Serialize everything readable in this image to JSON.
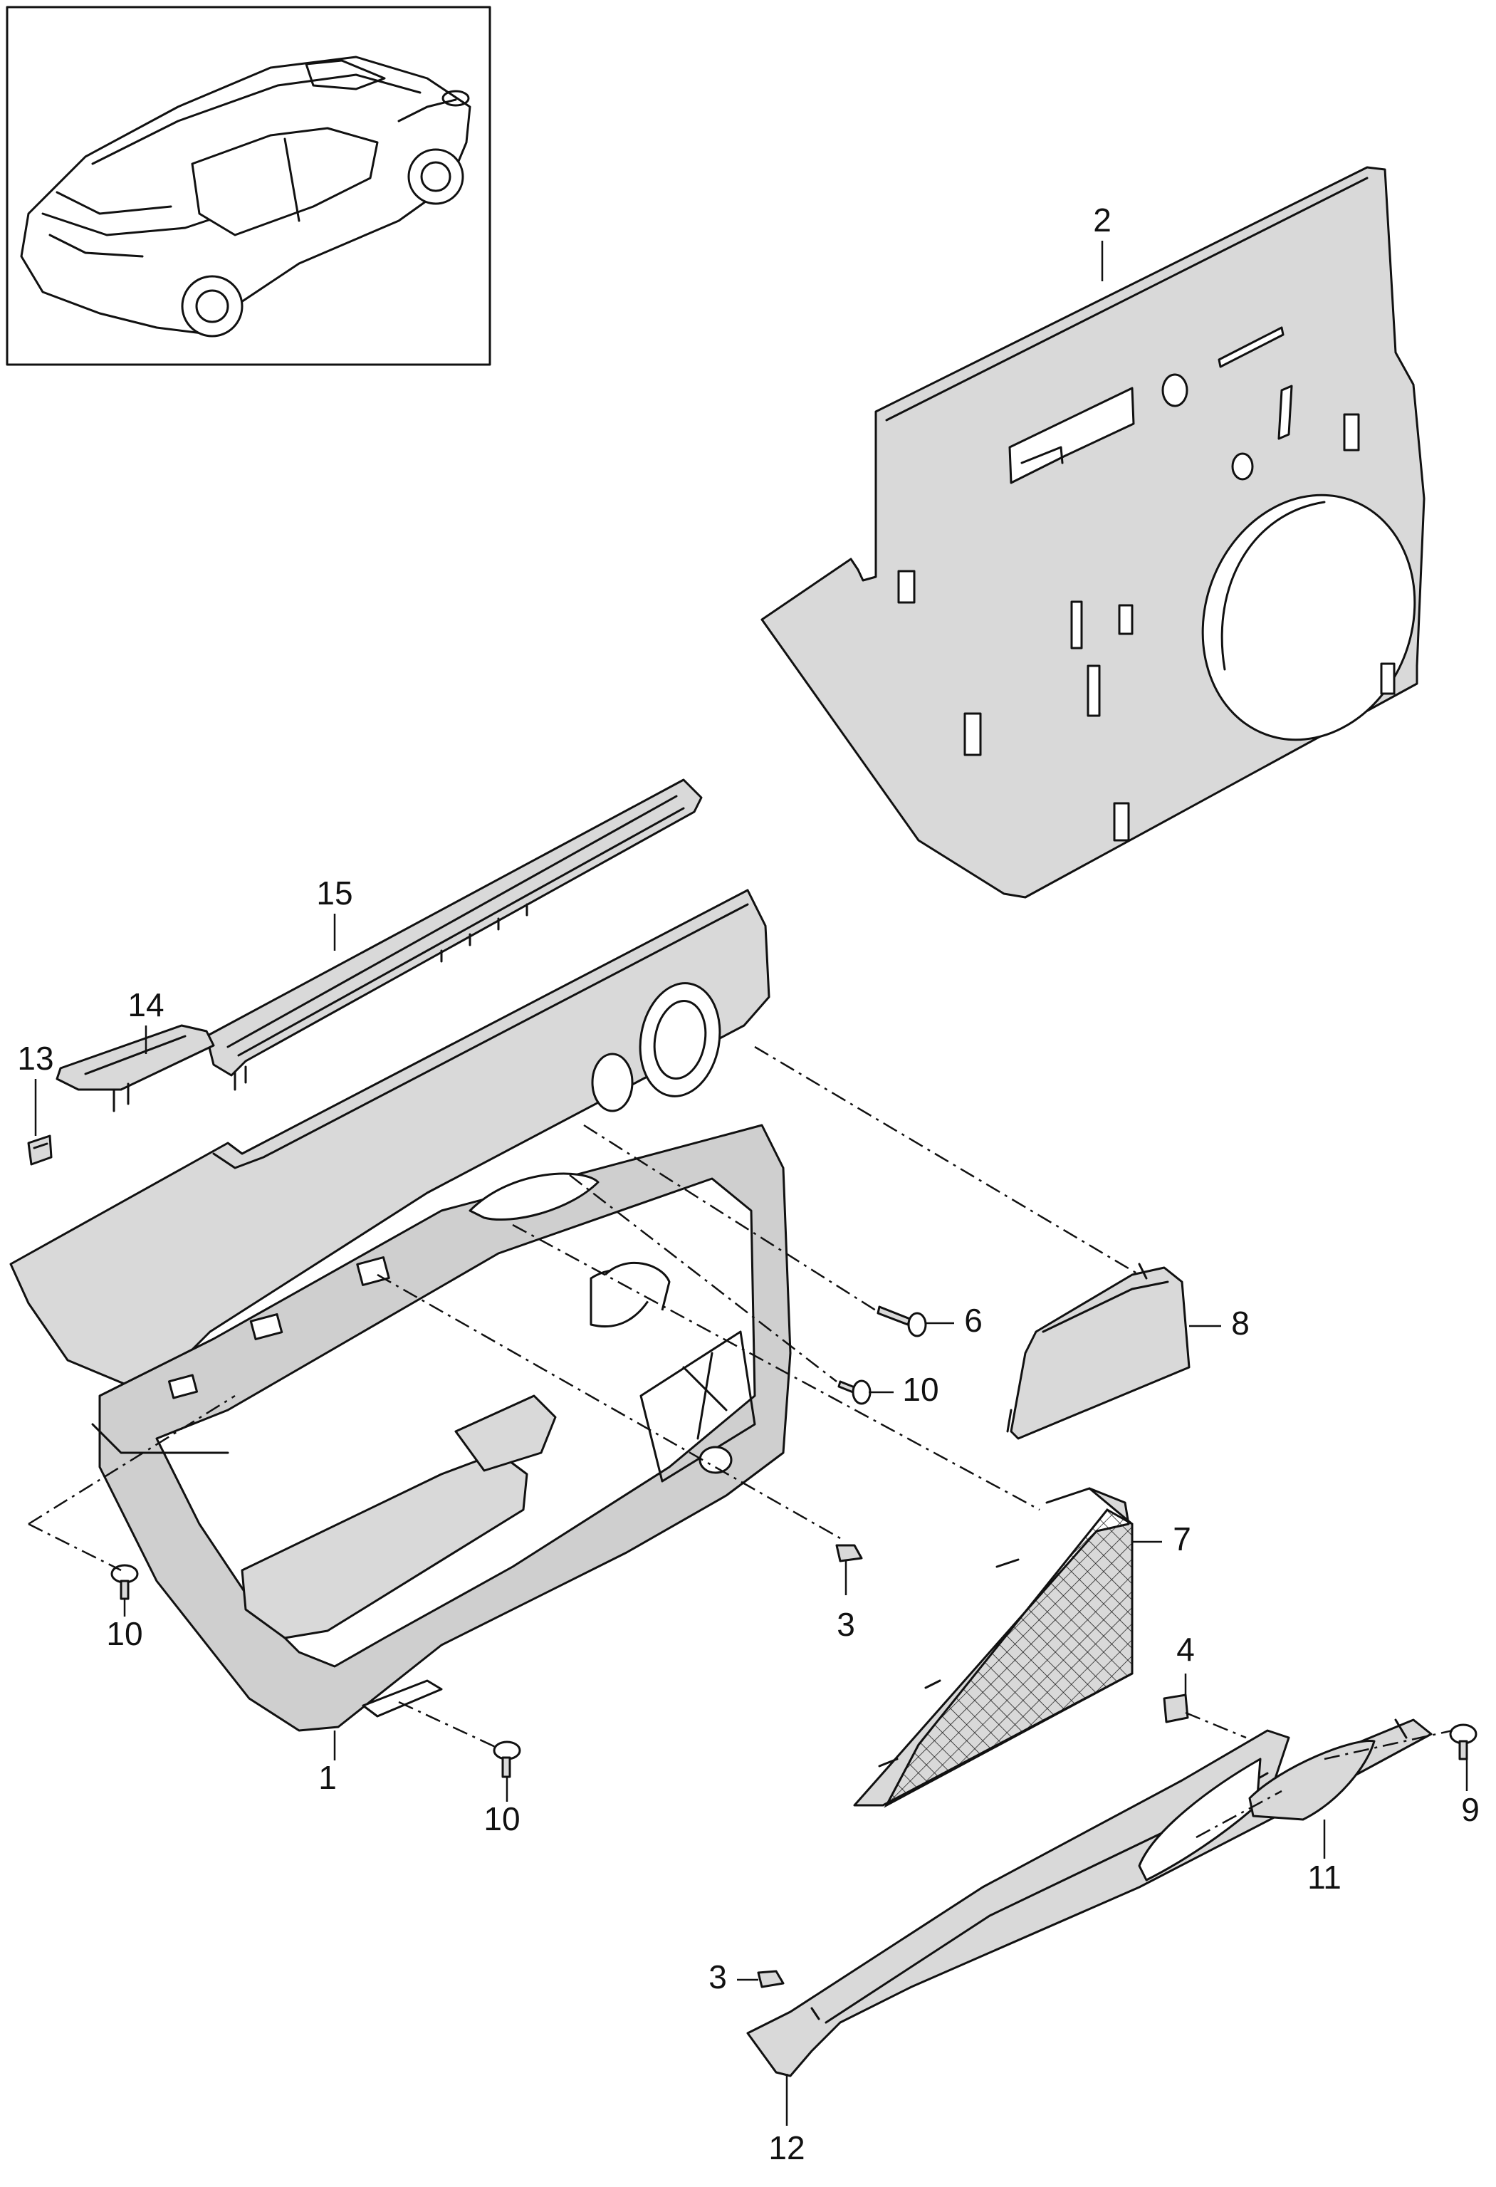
{
  "labels": {
    "p1": "1",
    "p2": "2",
    "p3a": "3",
    "p3b": "3",
    "p4": "4",
    "p6": "6",
    "p7": "7",
    "p8": "8",
    "p9": "9",
    "p10a": "10",
    "p10b": "10",
    "p10c": "10",
    "p11": "11",
    "p12": "12",
    "p13": "13",
    "p14": "14",
    "p15": "15"
  },
  "colors": {
    "line": "#111111",
    "part_fill": "#d9d9d9",
    "background": "#ffffff"
  }
}
